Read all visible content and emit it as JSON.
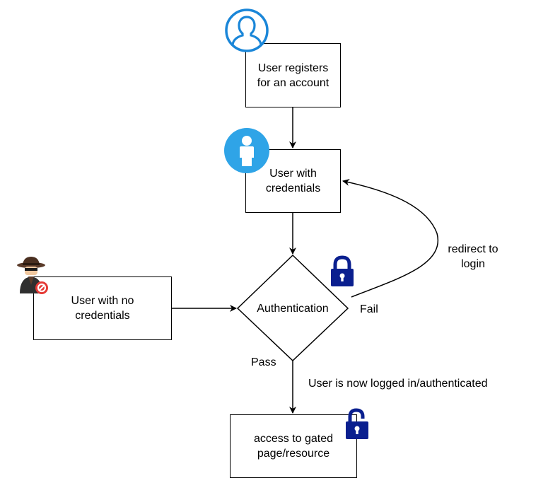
{
  "nodes": {
    "register": {
      "label": "User registers\nfor an account"
    },
    "credentials": {
      "label": "User with\ncredentials"
    },
    "no_credentials": {
      "label": "User with no\ncredentials"
    },
    "authentication": {
      "label": "Authentication"
    },
    "gated": {
      "label": "access to gated\npage/resource"
    }
  },
  "edges": {
    "fail": "Fail",
    "pass": "Pass",
    "redirect": "redirect to\nlogin",
    "logged_in": "User is now logged in/authenticated"
  },
  "icons": {
    "register_user": "user-outline-icon",
    "credentials_user": "user-filled-circle-icon",
    "spy": "spy-user-blocked-icon",
    "lock": "padlock-closed-icon",
    "unlock": "padlock-open-icon"
  },
  "colors": {
    "outline_blue": "#1a86d8",
    "circle_blue": "#2fa4e7",
    "lock_navy": "#0a1f8f",
    "block_red": "#e53935"
  }
}
